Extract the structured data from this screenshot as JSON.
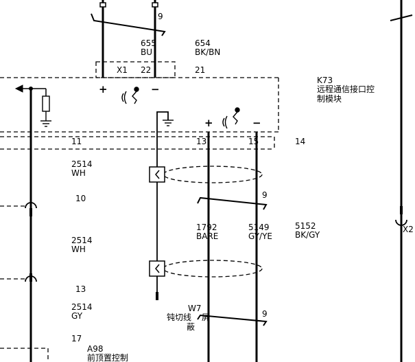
{
  "module_k73": {
    "ref": "K73",
    "name_line1": "远程通信接口控",
    "name_line2": "制模块"
  },
  "connector_x1": {
    "label": "X1",
    "pin_22": "22",
    "pin_21": "21"
  },
  "top_wires": {
    "twist_count": "9",
    "wire_655": {
      "circuit": "655",
      "color": "BU"
    },
    "wire_654": {
      "circuit": "654",
      "color": "BK/BN"
    }
  },
  "k73_pins": {
    "pin_11": "11",
    "pin_13": "13",
    "pin_15": "15",
    "pin_14": "14",
    "plus_upper": "+",
    "minus_upper": "−",
    "plus_lower": "+",
    "minus_lower": "−"
  },
  "left_circuits": {
    "wire_a": {
      "circuit": "2514",
      "color": "WH"
    },
    "pin_10": "10",
    "wire_b": {
      "circuit": "2514",
      "color": "WH"
    },
    "pin_13": "13",
    "wire_c": {
      "circuit": "2514",
      "color": "GY"
    },
    "pin_17": "17"
  },
  "mic_wires": {
    "twist_count_upper": "9",
    "wire_1792": {
      "circuit": "1792",
      "color": "BARE"
    },
    "wire_5149": {
      "circuit": "5149",
      "color": "GY/YE"
    },
    "wire_5152": {
      "circuit": "5152",
      "color": "BK/GY"
    }
  },
  "splice_w7": {
    "ref": "W7",
    "label_line1": "钝切线",
    "label_extra": "屏",
    "label_line2": "蔽",
    "twist_count": "9"
  },
  "module_a98": {
    "ref": "A98",
    "name": "前顶置控制"
  },
  "right_edge": {
    "partial_label": "X2"
  }
}
